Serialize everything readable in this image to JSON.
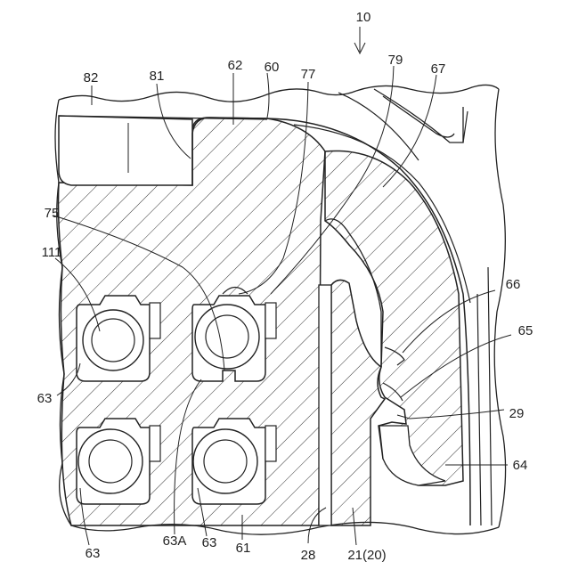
{
  "figure": {
    "labels": {
      "ref_10": "10",
      "ref_82": "82",
      "ref_81": "81",
      "ref_62": "62",
      "ref_60": "60",
      "ref_77": "77",
      "ref_79": "79",
      "ref_67": "67",
      "ref_75": "75",
      "ref_111": "111",
      "ref_66": "66",
      "ref_65": "65",
      "ref_29": "29",
      "ref_64": "64",
      "ref_63_left_upper": "63",
      "ref_63_left_lower": "63",
      "ref_63A": "63A",
      "ref_63_mid": "63",
      "ref_61": "61",
      "ref_28": "28",
      "ref_21": "21(20)"
    }
  },
  "colors": {
    "line": "#222222",
    "hatch": "#333333",
    "background": "#ffffff"
  }
}
